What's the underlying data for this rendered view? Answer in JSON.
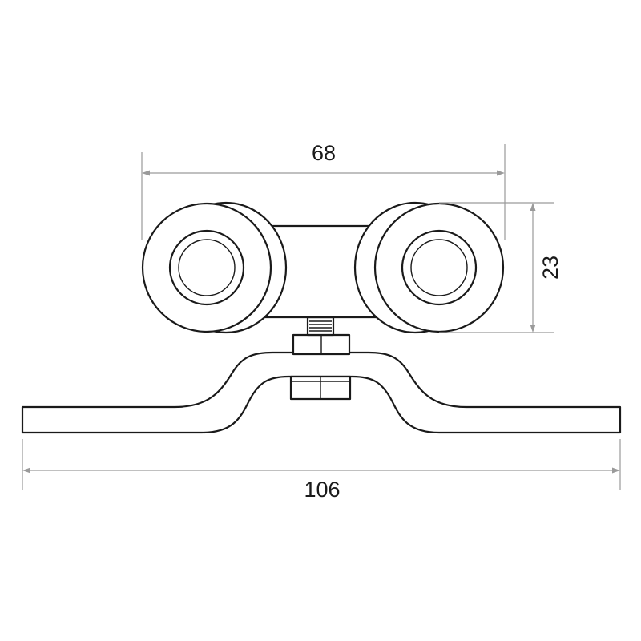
{
  "dimensions": {
    "overall_width": "106",
    "carriage_width": "68",
    "wheel_height": "23"
  }
}
